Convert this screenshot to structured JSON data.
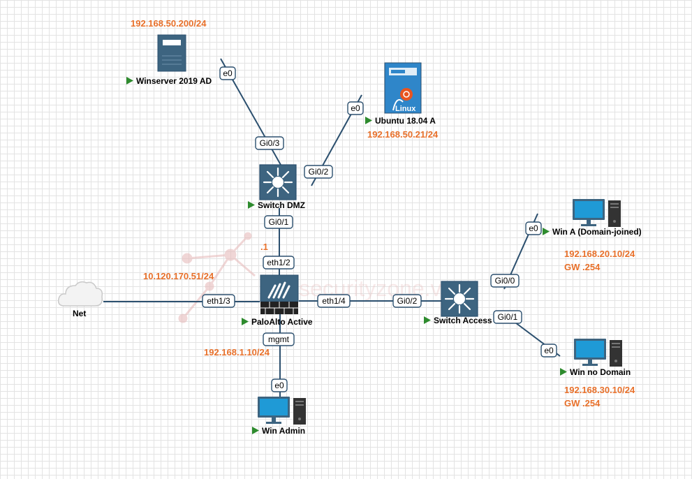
{
  "colors": {
    "ip_text": "#e8702a",
    "link": "#2b4f6e",
    "device_fill": "#3d6480",
    "run_arrow": "#2e8b2e",
    "watermark": "#e7bcbc"
  },
  "watermark": "securityzone.vn",
  "nodes": {
    "winserver": {
      "label": "Winserver 2019 AD",
      "ip": "192.168.50.200/24",
      "icon": "server-icon"
    },
    "ubuntu": {
      "label": "Ubuntu 18.04 A",
      "ip": "192.168.50.21/24",
      "icon": "linux-icon",
      "badge": "Linux"
    },
    "switch_dmz": {
      "label": "Switch DMZ",
      "icon": "switch-icon"
    },
    "paloalto": {
      "label": "PaloAlto Active",
      "icon": "firewall-icon",
      "ip_dmz": ".1",
      "ip_outside": "10.120.170.51/24",
      "ip_mgmt": "192.168.1.10/24"
    },
    "net": {
      "label": "Net",
      "icon": "cloud-icon"
    },
    "switch_access": {
      "label": "Switch Access",
      "icon": "switch-icon"
    },
    "win_a": {
      "label": "Win A (Domain-joined)",
      "ip": "192.168.20.10/24",
      "gw": "GW .254",
      "icon": "pc-icon"
    },
    "win_no_domain": {
      "label": "Win no Domain",
      "ip": "192.168.30.10/24",
      "gw": "GW .254",
      "icon": "pc-icon"
    },
    "win_admin": {
      "label": "Win Admin",
      "icon": "pc-icon"
    }
  },
  "ports": {
    "winserver_e0": "e0",
    "dmz_gi03": "Gi0/3",
    "ubuntu_e0": "e0",
    "dmz_gi02": "Gi0/2",
    "dmz_gi01": "Gi0/1",
    "pa_eth12": "eth1/2",
    "pa_eth13": "eth1/3",
    "pa_eth14": "eth1/4",
    "acc_gi02": "Gi0/2",
    "pa_mgmt": "mgmt",
    "admin_e0": "e0",
    "acc_gi00": "Gi0/0",
    "wina_e0": "e0",
    "acc_gi01": "Gi0/1",
    "winnd_e0": "e0"
  }
}
